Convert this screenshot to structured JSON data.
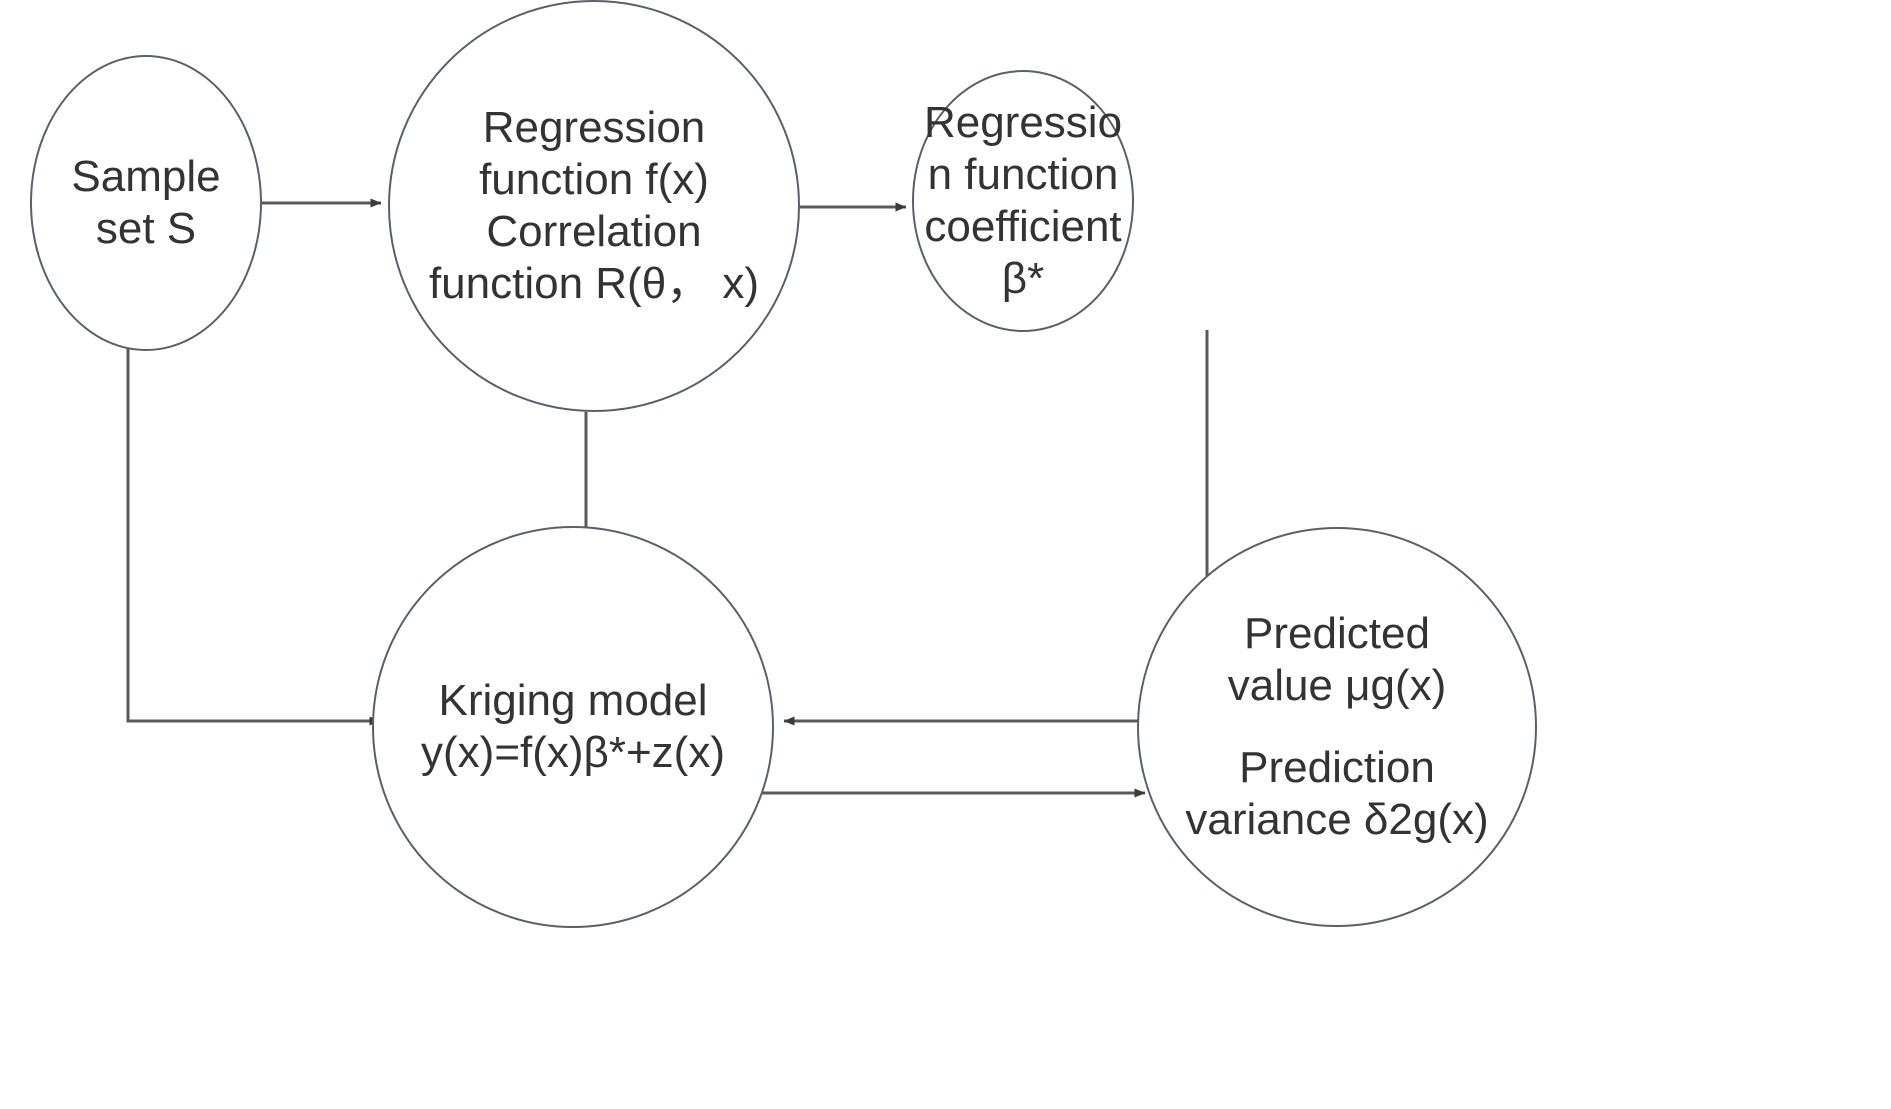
{
  "diagram": {
    "title": "Kriging surrogate model construction flow",
    "background_color": "#ffffff",
    "node_stroke_color": "#5a6068",
    "edge_color": "#595959",
    "text_color": "#333333",
    "nodes": [
      {
        "id": "sample-set",
        "shape": "ellipse",
        "lines": [
          "Sample",
          "set S"
        ]
      },
      {
        "id": "regression-function",
        "shape": "circle",
        "lines": [
          "Regression",
          "function f(x)",
          "Correlation",
          "function R(θ， x)"
        ]
      },
      {
        "id": "regression-coefficient",
        "shape": "ellipse",
        "lines": [
          "Regressio",
          "n function",
          "coefficient",
          "β*"
        ]
      },
      {
        "id": "kriging-model",
        "shape": "circle",
        "lines": [
          "Kriging model",
          "y(x)=f(x)β*+z(x)"
        ]
      },
      {
        "id": "predicted-output",
        "shape": "circle",
        "lines": [
          "Predicted",
          "value μg(x)",
          "",
          "Prediction",
          "variance δ2g(x)"
        ]
      }
    ],
    "edges": [
      {
        "id": "sample-to-regression",
        "from": "sample-set",
        "to": "regression-function",
        "style": "straight-horizontal",
        "arrow": "end"
      },
      {
        "id": "regression-to-coefficient",
        "from": "regression-function",
        "to": "regression-coefficient",
        "style": "straight-horizontal",
        "arrow": "end"
      },
      {
        "id": "regression-to-kriging",
        "from": "regression-function",
        "to": "kriging-model",
        "style": "straight-vertical",
        "arrow": "end"
      },
      {
        "id": "sample-to-kriging",
        "from": "sample-set",
        "to": "kriging-model",
        "style": "elbow-down-right",
        "arrow": "end"
      },
      {
        "id": "coefficient-to-kriging",
        "from": "regression-coefficient",
        "to": "kriging-model",
        "style": "elbow-down-left",
        "arrow": "end"
      },
      {
        "id": "kriging-to-predicted",
        "from": "kriging-model",
        "to": "predicted-output",
        "style": "straight-horizontal",
        "arrow": "end"
      }
    ]
  }
}
